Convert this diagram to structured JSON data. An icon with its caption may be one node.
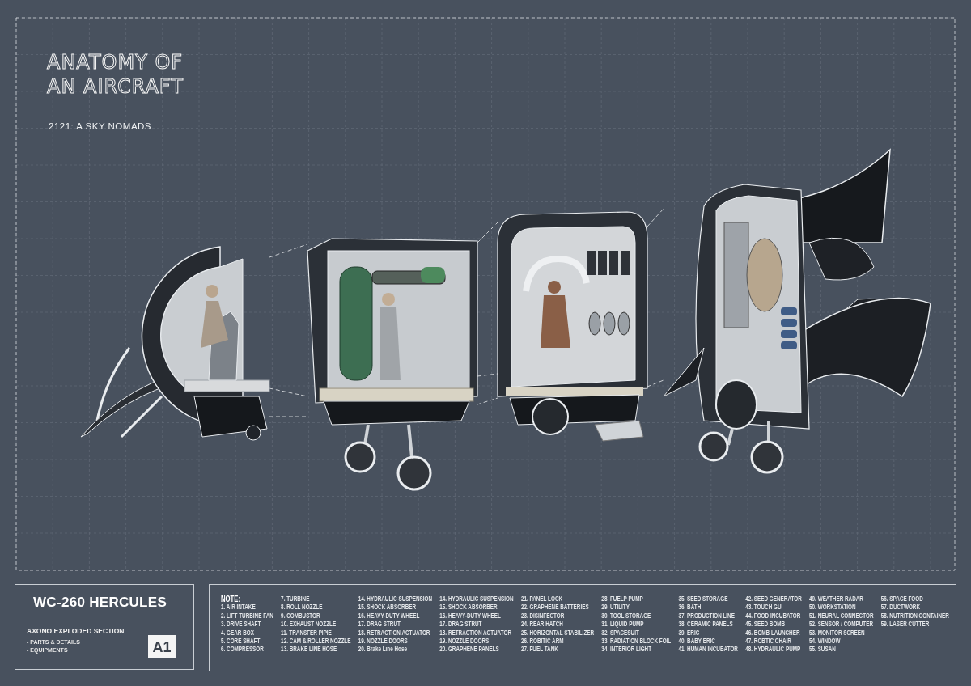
{
  "diagram": {
    "title": "ANATOMY OF AN AIRCRAFT",
    "nodes": [
      {
        "text": [],
        "shape": "picture"
      },
      {
        "text": [],
        "shape": "picture"
      },
      {
        "text": [],
        "shape": "picture"
      },
      {
        "text": [],
        "shape": "picture"
      }
    ],
    "edges": [
      {
        "from": 0,
        "to": 1,
        "arrow": "none",
        "style": "dashed"
      },
      {
        "from": 0,
        "to": 1,
        "arrow": "none",
        "style": "dashed"
      },
      {
        "from": 0,
        "to": 1,
        "arrow": "none",
        "style": "dashed"
      },
      {
        "from": 1,
        "to": 2,
        "arrow": "none",
        "style": "dashed"
      },
      {
        "from": 1,
        "to": 2,
        "arrow": "none",
        "style": "dashed"
      },
      {
        "from": 1,
        "to": 2,
        "arrow": "none",
        "style": "dashed"
      },
      {
        "from": 2,
        "to": 3,
        "arrow": "none",
        "style": "dashed"
      },
      {
        "from": 2,
        "to": 3,
        "arrow": "none",
        "style": "dashed"
      }
    ],
    "labels": [
      "2121: A SKY NOMADS",
      "WC-260 HERCULES",
      "AXONO EXPLODED SECTION",
      "- PARTS & DETAILS",
      "- EQUIPMENTS",
      "A1",
      "NOTE:",
      "1. AIR INTAKE",
      "2. LIFT TURBINE FAN",
      "3. DRIVE SHAFT",
      "4. GEAR BOX",
      "5. CORE SHAFT",
      "6. COMPRESSOR",
      "7. TURBINE",
      "8. ROLL NOZZLE",
      "9. COMBUSTOR",
      "10. EXHAUST NOZZLE",
      "11. TRANSFER PIPIE",
      "12. CAM & ROLLER NOZZLE",
      "13. BRAKE LINE HOSE",
      "14. HYDRAULIC SUSPENSION",
      "15. SHOCK ABSORBER",
      "16. HEAVY-DUTY WHEEL",
      "17. DRAG STRUT",
      "18. RETRACTION ACTUATOR",
      "19. NOZZLE DOORS",
      "20. Brake Line Hose",
      "14. HYDRAULIC SUSPENSION",
      "15. SHOCK ABSORBER",
      "16. HEAVY-DUTY WHEEL",
      "17. DRAG STRUT",
      "18. RETRACTION ACTUATOR",
      "19. NOZZLE DOORS",
      "20. GRAPHENE PANELS",
      "21. PANEL LOCK",
      "22. GRAPHENE BATTERIES",
      "23. DISINFECTOR",
      "24. REAR HATCH",
      "25. HORIZONTAL STABILIZER",
      "26. ROBITIC ARM",
      "27. FUEL TANK",
      "28. FUELP PUMP",
      "29. UTILITY",
      "30. TOOL STORAGE",
      "31. LIQUID PUMP",
      "32. SPACESUIT",
      "33. RADIATION BLOCK FOIL",
      "34. INTERIOR LIGHT",
      "35. SEED STORAGE",
      "36. BATH",
      "37. PRODUCTION LINE",
      "38. CERAMIC PANELS",
      "39. ERIC",
      "40. BABY ERIC",
      "41. HUMAN INCUBATOR",
      "42. SEED GENERATOR",
      "43. TOUCH GUI",
      "44. FOOD INCUBATOR",
      "45. SEED BOMB",
      "46. BOMB LAUNCHER",
      "47. ROBTIC CHAIR",
      "48. HYDRAULIC PUMP",
      "49. WEATHER RADAR",
      "50. WORKSTATION",
      "51. NEURAL CONNECTOR",
      "52. SENSOR / COMPUTER",
      "53. MONITOR SCREEN",
      "54. WINDOW",
      "55. SUSAN",
      "56. SPACE FOOD",
      "57. DUCTWORK",
      "58. NUTRITION CONTAINER",
      "59. LASER CUTTER"
    ]
  }
}
